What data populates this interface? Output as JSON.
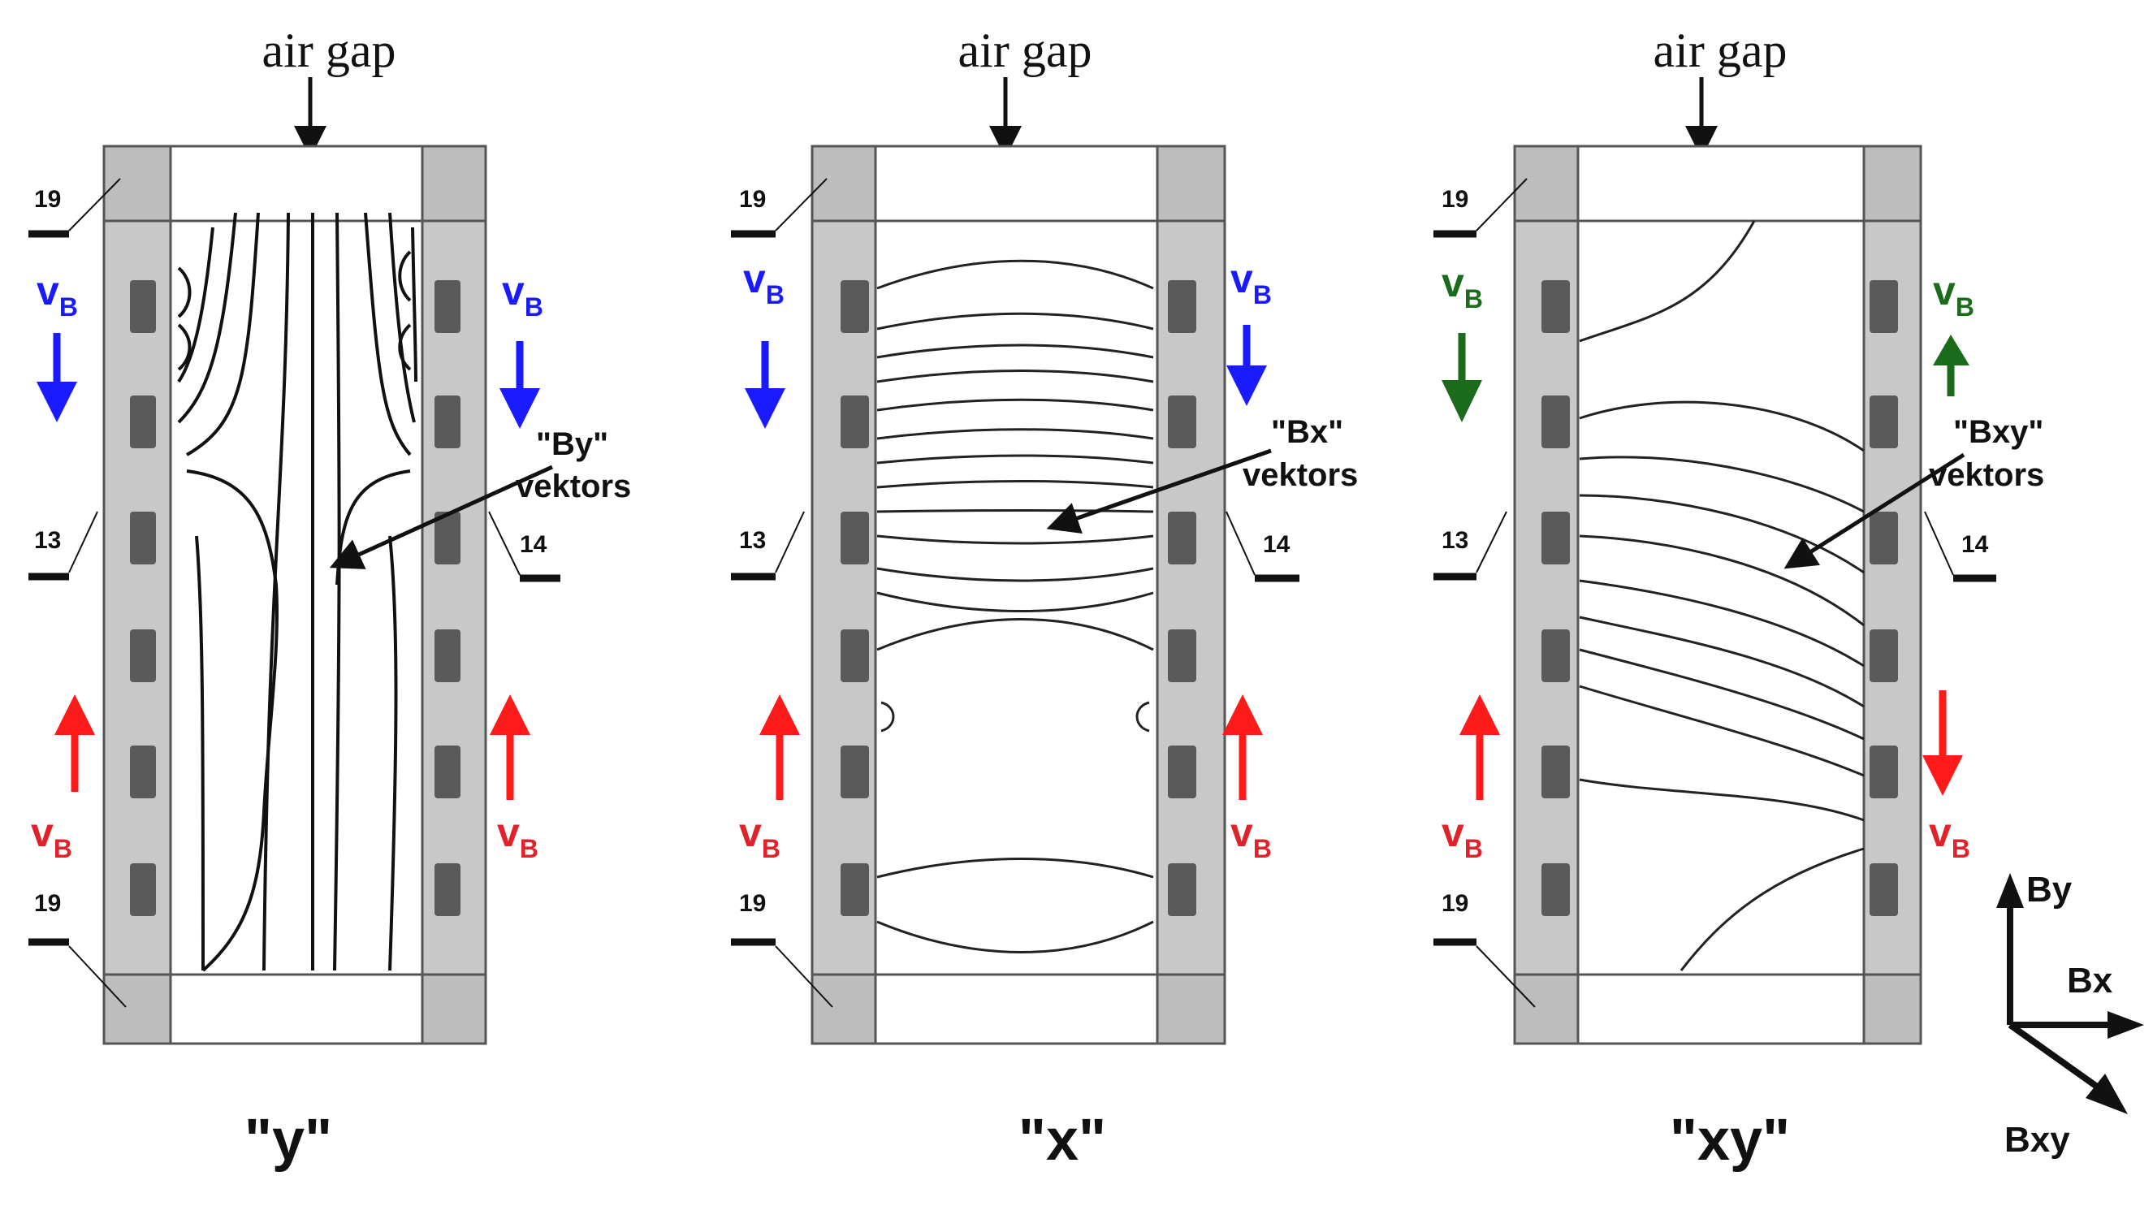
{
  "panels": [
    {
      "id": "y",
      "air_gap_label": "air gap",
      "caption": "\"y\"",
      "vector_label_line1": "\"By\"",
      "vector_label_line2": "vektors",
      "pin_labels": {
        "top_left": "19",
        "mid_left": "13",
        "mid_right": "14",
        "bottom_left": "19"
      },
      "velocity_label": "v",
      "velocity_subscript": "B",
      "top_arrow_color": "#1a1aff",
      "bottom_arrow_color": "#ff1a1a",
      "top_arrow_direction": {
        "left": "down",
        "right": "down"
      },
      "bottom_arrow_direction": {
        "left": "up",
        "right": "up"
      }
    },
    {
      "id": "x",
      "air_gap_label": "air gap",
      "caption": "\"x\"",
      "vector_label_line1": "\"Bx\"",
      "vector_label_line2": "vektors",
      "pin_labels": {
        "top_left": "19",
        "mid_left": "13",
        "mid_right": "14",
        "bottom_left": "19"
      },
      "velocity_label": "v",
      "velocity_subscript": "B",
      "top_arrow_color": "#1a1aff",
      "bottom_arrow_color": "#ff1a1a",
      "top_arrow_direction": {
        "left": "down",
        "right": "down"
      },
      "bottom_arrow_direction": {
        "left": "up",
        "right": "up"
      }
    },
    {
      "id": "xy",
      "air_gap_label": "air gap",
      "caption": "\"xy\"",
      "vector_label_line1": "\"Bxy\"",
      "vector_label_line2": "vektors",
      "pin_labels": {
        "top_left": "19",
        "mid_left": "13",
        "mid_right": "14",
        "bottom_left": "19"
      },
      "velocity_label": "v",
      "velocity_subscript": "B",
      "top_arrow_color": "#1a6b1a",
      "bottom_arrow_color": "#ff1a1a",
      "top_arrow_direction": {
        "left": "down",
        "right": "up"
      },
      "bottom_arrow_direction": {
        "left": "up",
        "right": "down"
      }
    }
  ],
  "axes_legend": {
    "y_label": "By",
    "x_label": "Bx",
    "xy_label": "Bxy"
  },
  "colors": {
    "frame_gray": "#c8c8c8",
    "slot_dark": "#5a5a5a",
    "line_black": "#111111"
  }
}
